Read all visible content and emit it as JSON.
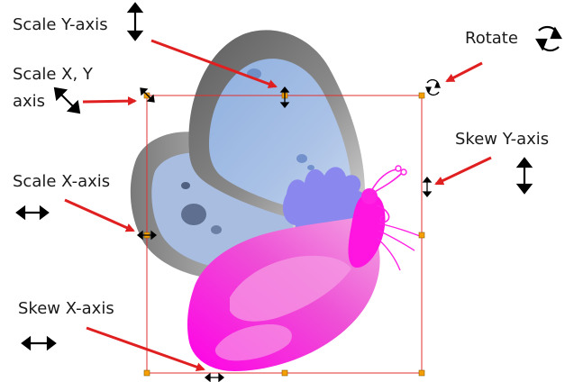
{
  "labels": {
    "scale_y": "Scale Y-axis",
    "scale_xy_line1": "Scale X, Y",
    "scale_xy_line2": "axis",
    "scale_x": "Scale X-axis",
    "skew_x": "Skew X-axis",
    "rotate": "Rotate",
    "skew_y": "Skew Y-axis"
  },
  "icons": {
    "scale_y": "vertical-double-arrow-icon",
    "scale_xy": "diagonal-double-arrow-icon",
    "scale_x": "horizontal-double-arrow-icon",
    "skew_x": "horizontal-double-arrow-icon",
    "rotate": "rotate-icon",
    "skew_y": "vertical-double-arrow-icon"
  },
  "colors": {
    "callout_arrow": "#e02020",
    "bounding_box": "#e03030",
    "control_point": "#f5a000",
    "label_text": "#1a1a1a",
    "wing_upper_gray": "#6f6f6f",
    "wing_upper_blue": "#a9c1e6",
    "wing_lower_pink": "#ee3ed6",
    "petals_purple": "#8b86ee"
  }
}
